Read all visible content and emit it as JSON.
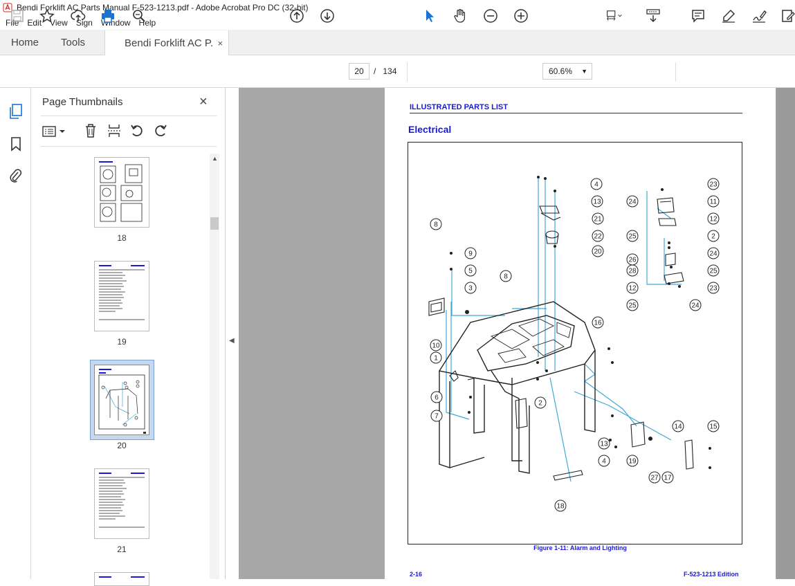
{
  "window": {
    "title": "Bendi Forklift AC Parts Manual F-523-1213.pdf - Adobe Acrobat Pro DC (32-bit)"
  },
  "menu": [
    "File",
    "Edit",
    "View",
    "Sign",
    "Window",
    "Help"
  ],
  "tabs": {
    "home": "Home",
    "tools": "Tools",
    "document": "Bendi Forklift AC P...",
    "close": "×"
  },
  "toolbar": {
    "current_page": "20",
    "page_separator": "/",
    "total_pages": "134",
    "zoom": "60.6%",
    "icons": [
      "save-icon",
      "star-icon",
      "upload-icon",
      "print-icon",
      "find-icon",
      "page-up-icon",
      "page-down-icon",
      "select-arrow-icon",
      "hand-icon",
      "zoom-out-icon",
      "zoom-in-icon",
      "page-fit-icon",
      "scroll-mode-icon",
      "comment-icon",
      "highlight-icon",
      "sign-icon",
      "edit-pdf-icon"
    ]
  },
  "sidebar_panel": {
    "title": "Page Thumbnails",
    "close": "×",
    "thumbnails": [
      {
        "page": "18",
        "selected": false
      },
      {
        "page": "19",
        "selected": false
      },
      {
        "page": "20",
        "selected": true
      },
      {
        "page": "21",
        "selected": false
      }
    ]
  },
  "document": {
    "header": "ILLUSTRATED PARTS LIST",
    "section": "Electrical",
    "figure_caption": "Figure 1-11:  Alarm and Lighting",
    "footer_left": "2-16",
    "footer_right": "F-523-1213 Edition",
    "callouts": [
      "4",
      "13",
      "21",
      "22",
      "20",
      "8",
      "9",
      "5",
      "3",
      "8",
      "10",
      "1",
      "6",
      "7",
      "2",
      "16",
      "23",
      "24",
      "11",
      "12",
      "25",
      "2",
      "24",
      "26",
      "28",
      "25",
      "12",
      "23",
      "25",
      "24",
      "14",
      "15",
      "13",
      "4",
      "19",
      "27",
      "17",
      "18"
    ]
  },
  "colors": {
    "accent_blue": "#1a1ad6",
    "leader_line": "#3fa9d6",
    "viewer_bg": "#a7a7a7"
  }
}
